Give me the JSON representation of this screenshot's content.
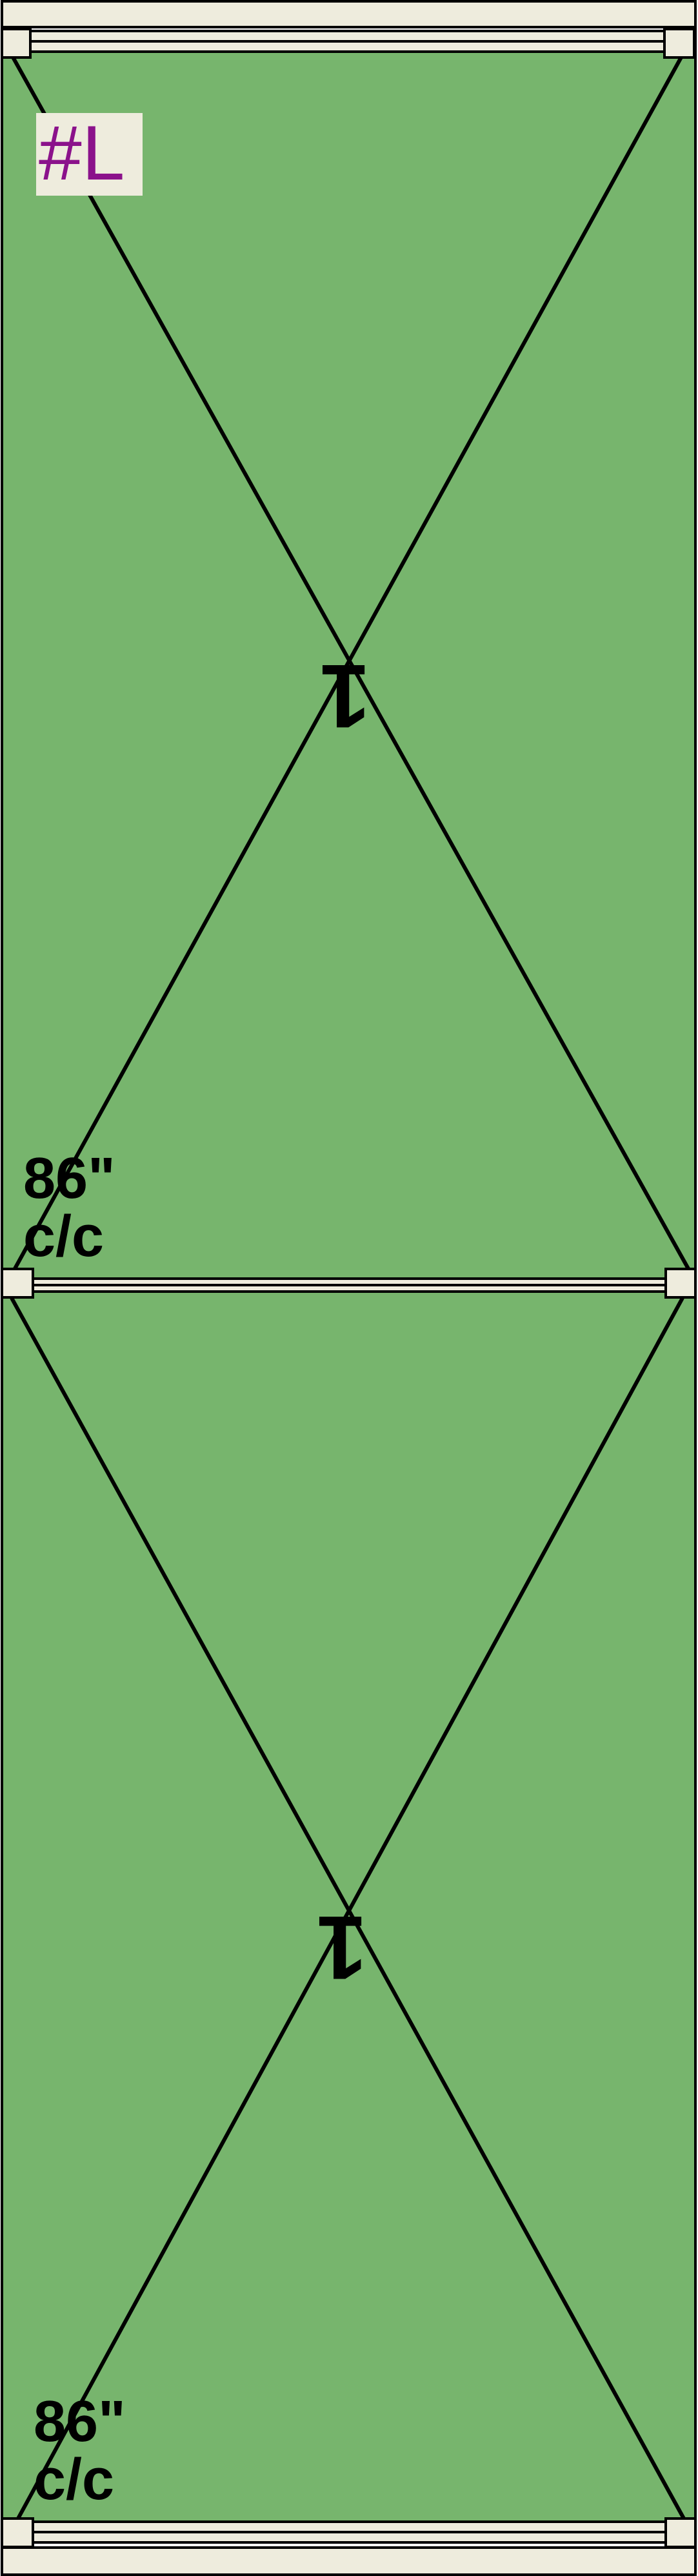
{
  "diagram": {
    "label": "#L",
    "panels": [
      {
        "number": "1",
        "dimension_value": "86\"",
        "dimension_unit": "c/c"
      },
      {
        "number": "1",
        "dimension_value": "86\"",
        "dimension_unit": "c/c"
      }
    ],
    "colors": {
      "panel_fill": "#77b56d",
      "rail_fill": "#eeecdd",
      "label_color": "#8b128b",
      "line_color": "#000000"
    }
  }
}
